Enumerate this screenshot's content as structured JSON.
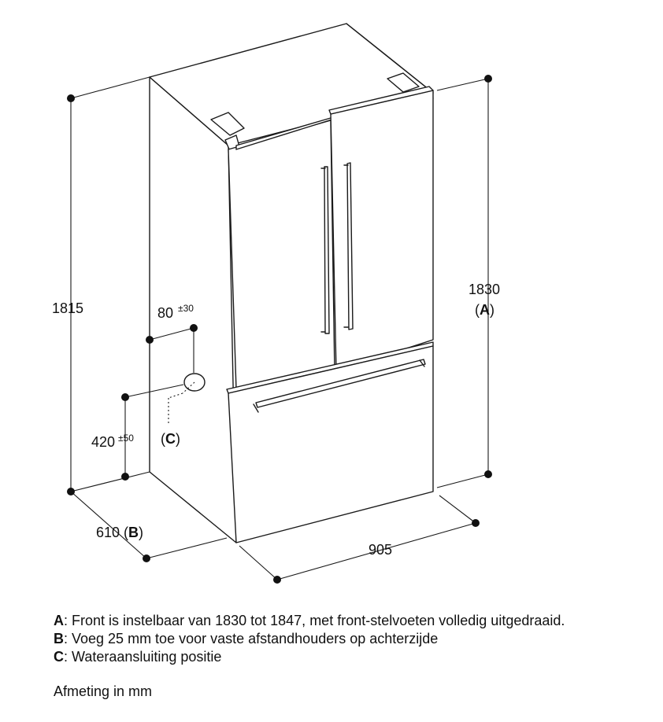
{
  "dimensions": {
    "depth_top": "1815",
    "height": "1830",
    "height_ref": "A",
    "width": "905",
    "depth": "610",
    "depth_ref": "B",
    "water_offset": "80",
    "water_offset_tol": "±30",
    "water_height": "420",
    "water_height_tol": "±50",
    "water_ref": "C"
  },
  "legend": [
    {
      "key": "A",
      "text": ": Front is instelbaar van 1830 tot 1847, met front-stelvoeten volledig uitgedraaid."
    },
    {
      "key": "B",
      "text": ": Voeg 25 mm toe voor vaste afstandhouders op achterzijde"
    },
    {
      "key": "C",
      "text": ": Wateraansluiting positie"
    }
  ],
  "unit_note": "Afmeting in mm"
}
